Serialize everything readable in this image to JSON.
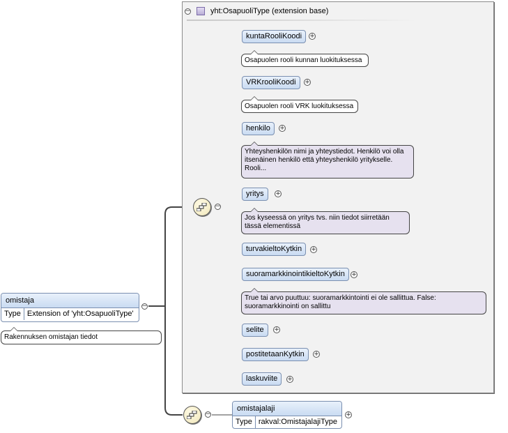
{
  "extension": {
    "label": "yht:OsapuoliType (extension base)"
  },
  "elements": [
    {
      "name": "kuntaRooliKoodi",
      "doc": "Osapuolen rooli kunnan luokituksessa"
    },
    {
      "name": "VRKrooliKoodi",
      "doc": "Osapuolen rooli VRK luokituksessa"
    },
    {
      "name": "henkilo",
      "doc": "Yhteyshenkilön nimi ja yhteystiedot. Henkilö voi olla itsenäinen henkilö että yhteyshenkilö yritykselle. Rooli..."
    },
    {
      "name": "yritys",
      "doc": "Jos kyseessä on yritys tvs. niin tiedot siirretään tässä elementissä"
    },
    {
      "name": "turvakieltoKytkin",
      "doc": ""
    },
    {
      "name": "suoramarkkinointikieltoKytkin",
      "doc": "True tai arvo puuttuu: suoramarkkintointi ei ole sallittua. False: suoramarkkinointi on sallittu"
    },
    {
      "name": "selite",
      "doc": ""
    },
    {
      "name": "postitetaanKytkin",
      "doc": ""
    },
    {
      "name": "laskuviite",
      "doc": ""
    }
  ],
  "root": {
    "name": "omistaja",
    "type_key": "Type",
    "type_value": "Extension of 'yht:OsapuoliType'",
    "doc": "Rakennuksen omistajan tiedot"
  },
  "omistajalaji": {
    "name": "omistajalaji",
    "type_key": "Type",
    "type_value": "rakval:OmistajalajiType"
  },
  "icons": {
    "collapse": "minus-toggle-icon",
    "expand": "plus-toggle-icon",
    "sequence": "sequence-icon"
  }
}
